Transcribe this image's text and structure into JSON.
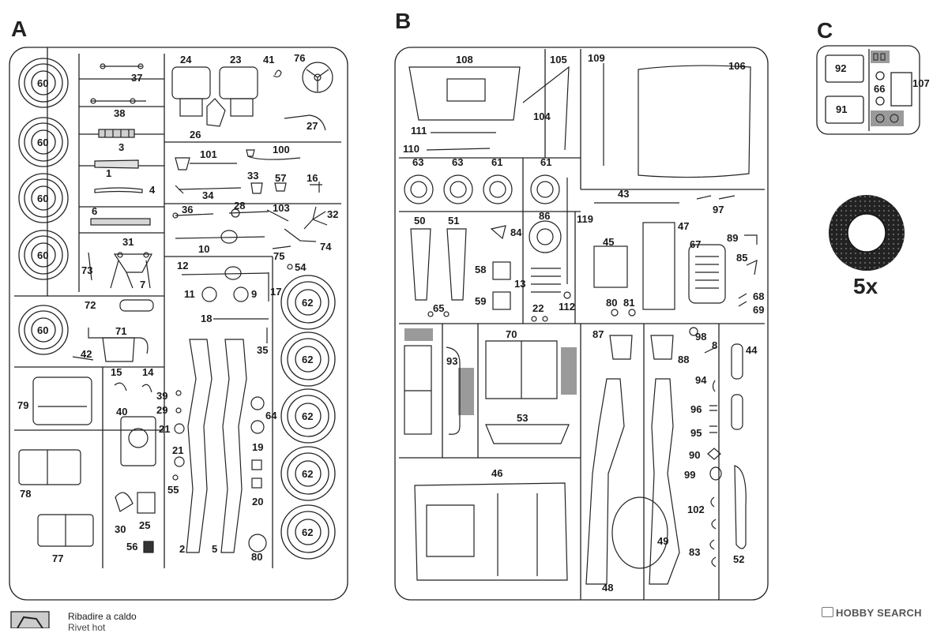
{
  "sprues": [
    {
      "letter": "A"
    },
    {
      "letter": "B"
    },
    {
      "letter": "C"
    }
  ],
  "tire_count_label": "5x",
  "legend": {
    "line1": "Ribadire a caldo",
    "line2": "Rivet hot"
  },
  "watermark": "HOBBY SEARCH",
  "part_numbers_a": [
    "60",
    "60",
    "60",
    "60",
    "60",
    "37",
    "38",
    "3",
    "1",
    "4",
    "6",
    "31",
    "73",
    "7",
    "24",
    "23",
    "41",
    "76",
    "26",
    "27",
    "101",
    "100",
    "33",
    "16",
    "57",
    "34",
    "36",
    "28",
    "103",
    "32",
    "10",
    "74",
    "75",
    "12",
    "54",
    "11",
    "9",
    "17",
    "18",
    "35",
    "72",
    "71",
    "42",
    "15",
    "14",
    "39",
    "79",
    "40",
    "29",
    "21",
    "21",
    "55",
    "64",
    "19",
    "20",
    "78",
    "30",
    "25",
    "56",
    "77",
    "2",
    "5",
    "80",
    "62",
    "62",
    "62",
    "62",
    "62"
  ],
  "part_numbers_b": [
    "108",
    "105",
    "109",
    "106",
    "111",
    "104",
    "110",
    "63",
    "63",
    "61",
    "61",
    "43",
    "97",
    "50",
    "51",
    "84",
    "86",
    "119",
    "45",
    "47",
    "89",
    "67",
    "85",
    "58",
    "13",
    "59",
    "65",
    "22",
    "112",
    "80",
    "81",
    "68",
    "69",
    "70",
    "87",
    "98",
    "8",
    "44",
    "93",
    "88",
    "94",
    "53",
    "96",
    "95",
    "90",
    "46",
    "99",
    "102",
    "49",
    "83",
    "48",
    "52"
  ],
  "part_numbers_c": [
    "92",
    "107",
    "66",
    "91"
  ]
}
